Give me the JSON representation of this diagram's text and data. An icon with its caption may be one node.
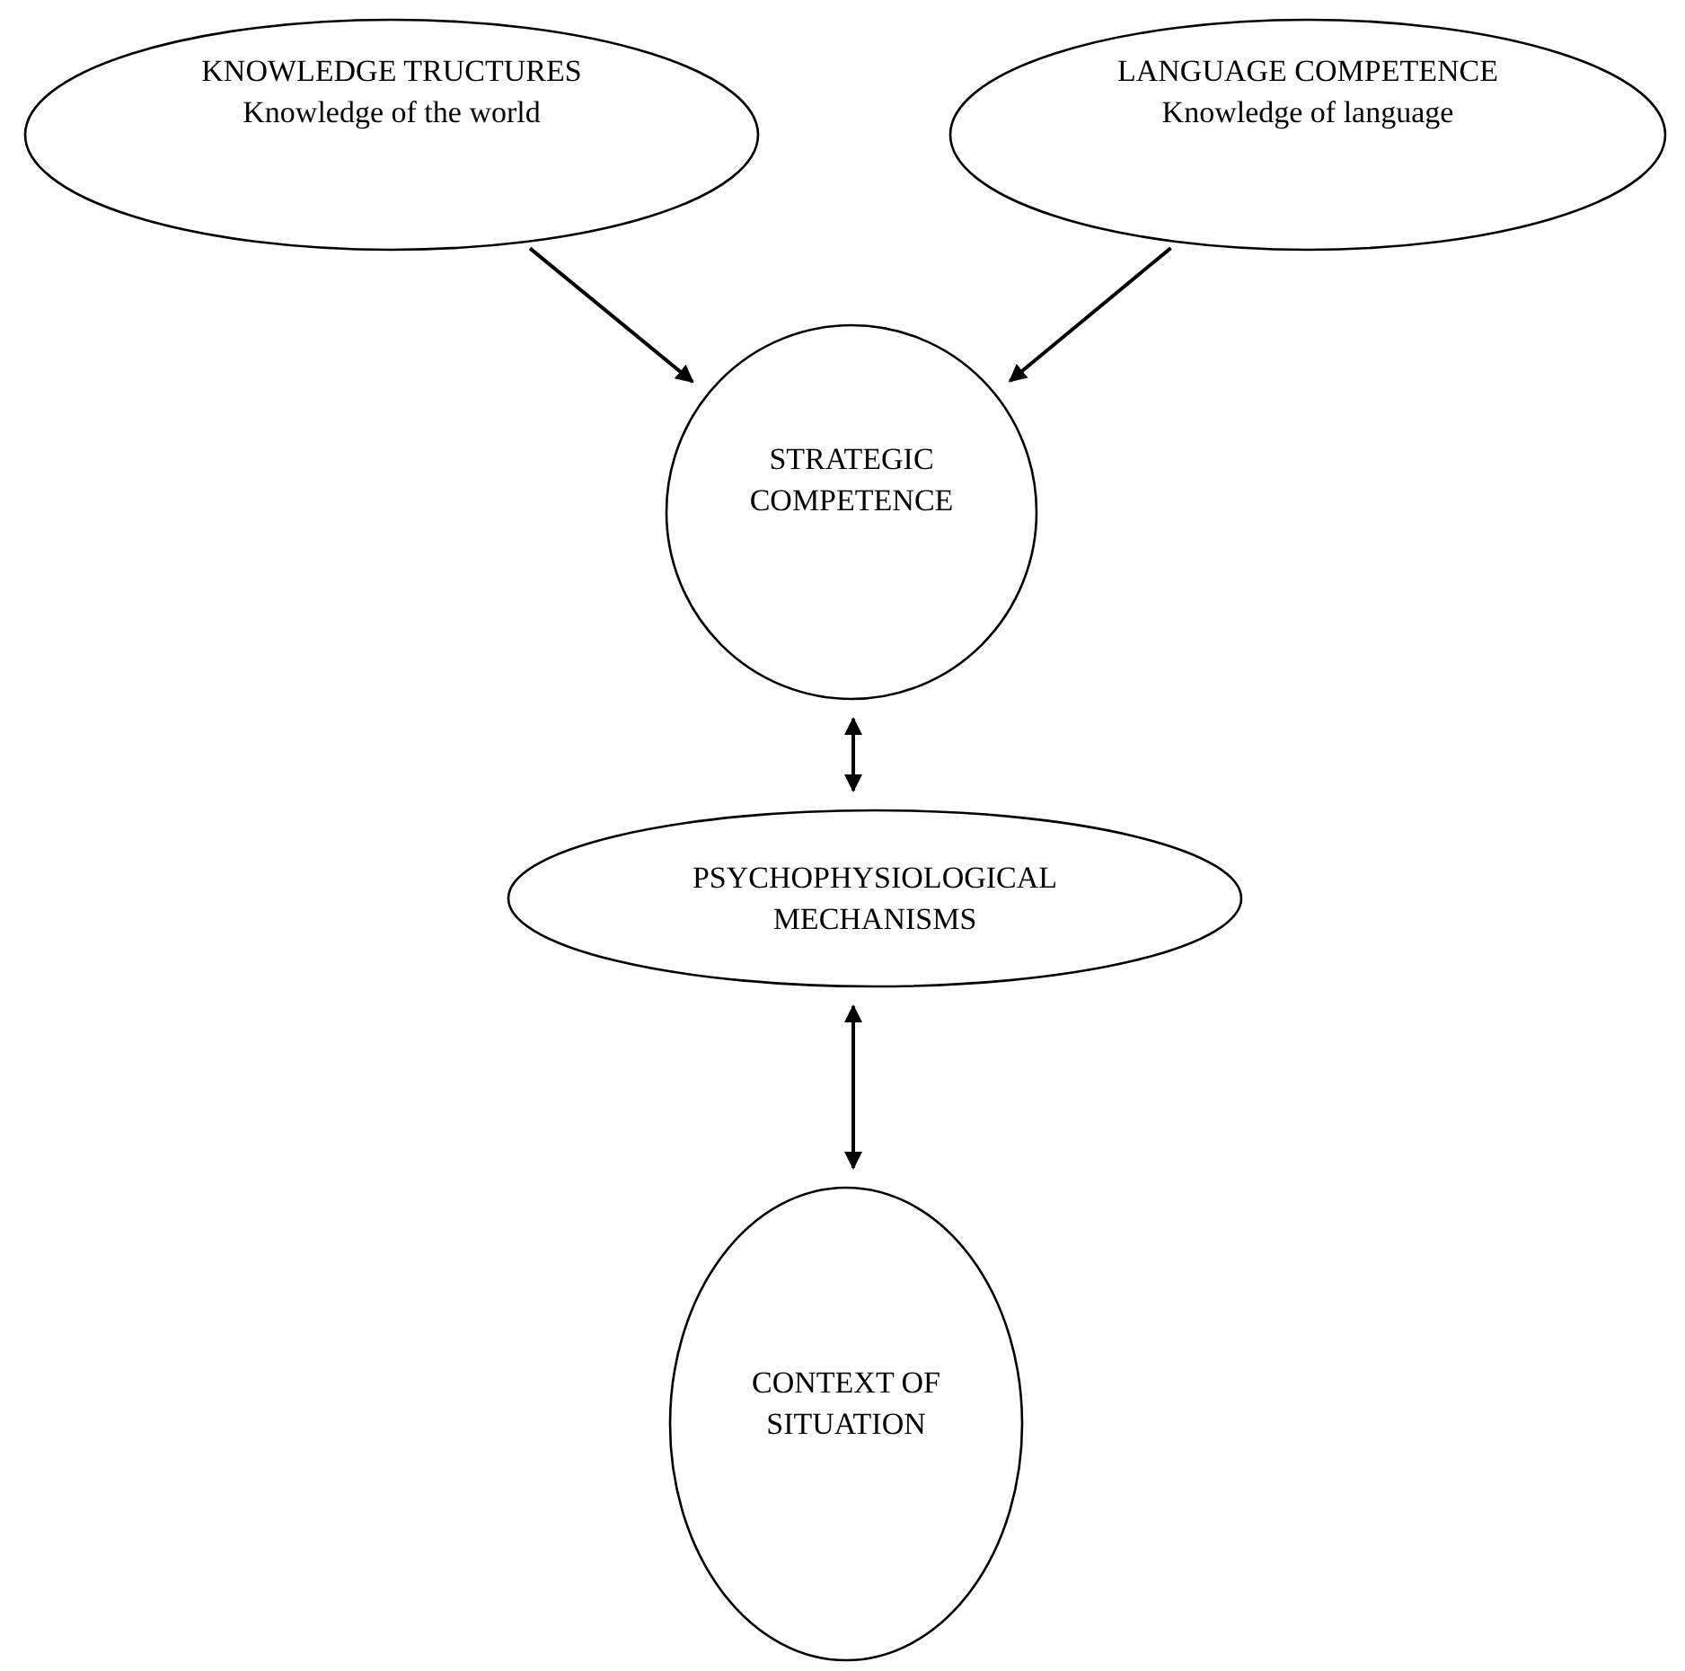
{
  "diagram": {
    "nodes": [
      {
        "text": [
          "KNOWLEDGE TRUCTURES",
          "Knowledge of the world"
        ]
      },
      {
        "text": [
          "LANGUAGE COMPETENCE",
          "Knowledge of language"
        ]
      },
      {
        "text": [
          "STRATEGIC COMPETENCE"
        ]
      },
      {
        "text": [
          "PSYCHOPHYSIOLOGICAL MECHANISMS"
        ]
      },
      {
        "text": [
          "CONTEXT OF SITUATION"
        ]
      }
    ],
    "edges": [
      {
        "from": 0,
        "to": 2,
        "arrow": "to"
      },
      {
        "from": 1,
        "to": 2,
        "arrow": "to"
      },
      {
        "from": 2,
        "to": 3,
        "arrow": "both"
      },
      {
        "from": 3,
        "to": 4,
        "arrow": "both"
      }
    ]
  }
}
